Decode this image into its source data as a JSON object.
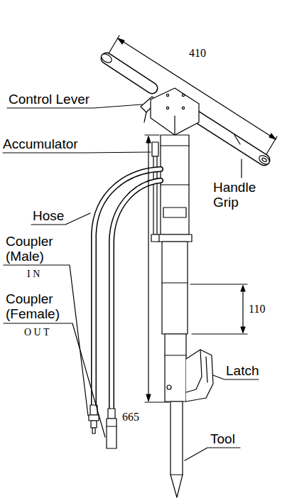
{
  "diagram": {
    "labels": [
      "410",
      "Control Lever",
      "Accumulator",
      "Handle Grip",
      "Hose",
      "Coupler (Male)",
      "I N",
      "Coupler (Female)",
      "O U T",
      "110",
      "665",
      "Latch",
      "Tool"
    ]
  }
}
